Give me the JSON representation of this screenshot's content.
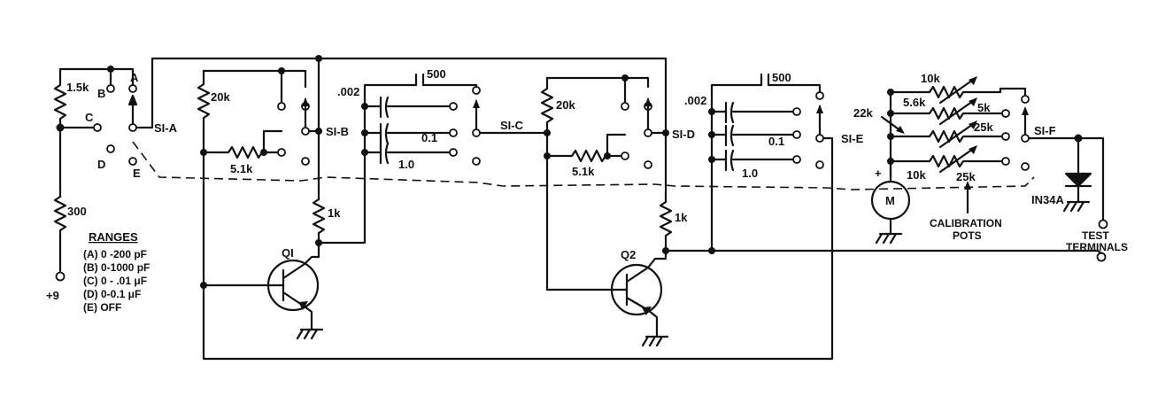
{
  "labels": {
    "r_1_5k": "1.5k",
    "r_300": "300",
    "supply": "+9",
    "sw_a": "A",
    "sw_b": "B",
    "sw_c": "C",
    "sw_d": "D",
    "sw_e": "E",
    "s1a": "SI-A",
    "r_20k_1": "20k",
    "r_5_1k_1": "5.1k",
    "s1b": "SI-B",
    "r_1k_1": "1k",
    "q1": "QI",
    "c_002_1": ".002",
    "c_500_1": "500",
    "c_0_1_1": "0.1",
    "c_1_0_1": "1.0",
    "s1c": "SI-C",
    "r_20k_2": "20k",
    "r_5_1k_2": "5.1k",
    "s1d": "SI-D",
    "r_1k_2": "1k",
    "q2": "Q2",
    "c_002_2": ".002",
    "c_500_2": "500",
    "c_0_1_2": "0.1",
    "c_1_0_2": "1.0",
    "s1e": "SI-E",
    "r_10k_top": "10k",
    "r_5_6k": "5.6k",
    "r_5k": "5k",
    "r_22k": "22k",
    "r_25k_1": "25k",
    "r_10k_bot": "10k",
    "r_25k_2": "25k",
    "meter_plus": "+",
    "meter": "M",
    "s1f": "SI-F",
    "diode": "IN34A",
    "cal_pots_1": "CALIBRATION",
    "cal_pots_2": "POTS",
    "test_1": "TEST",
    "test_2": "TERMINALS"
  },
  "ranges": {
    "title": "RANGES",
    "items": [
      "(A) 0 -200 pF",
      "(B) 0-1000 pF",
      "(C) 0 - .01 μF",
      "(D) 0-0.1 μF",
      "(E) OFF"
    ]
  }
}
